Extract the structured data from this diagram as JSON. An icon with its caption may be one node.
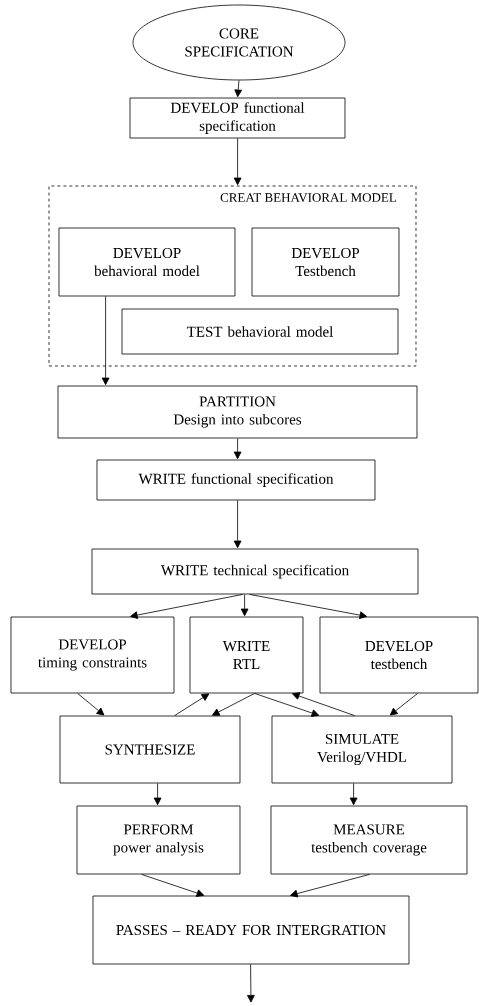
{
  "diagram": {
    "nodes": [
      {
        "text": [
          "CORE SPECIFICATION"
        ]
      },
      {
        "text": [
          "DEVELOP functional specification"
        ]
      },
      {
        "text": [
          "CREAT BEHAVIORAL MODEL"
        ]
      },
      {
        "text": [
          "DEVELOP",
          "behavioral model"
        ],
        "in": 2
      },
      {
        "text": [
          "DEVELOP",
          "Testbench"
        ],
        "in": 2
      },
      {
        "text": [
          "TEST behavioral model"
        ],
        "in": 2
      },
      {
        "text": [
          "PARTITION",
          "Design into subcores"
        ]
      },
      {
        "text": [
          "WRITE functional specification"
        ]
      },
      {
        "text": [
          "WRITE technical specification"
        ]
      },
      {
        "text": [
          "DEVELOP",
          "timing constraints"
        ]
      },
      {
        "text": [
          "WRITE",
          "RTL"
        ]
      },
      {
        "text": [
          "DEVELOP",
          "testbench"
        ]
      },
      {
        "text": [
          "SYNTHESIZE"
        ]
      },
      {
        "text": [
          "SIMULATE",
          "Verilog/VHDL"
        ]
      },
      {
        "text": [
          "PERFORM",
          "power analysis"
        ]
      },
      {
        "text": [
          "MEASURE",
          "testbench coverage"
        ]
      },
      {
        "text": [
          "PASSES – READY FOR INTERGRATION"
        ]
      }
    ],
    "edges": [
      {
        "from": 0,
        "to": 1,
        "arrow": "to"
      },
      {
        "from": 1,
        "to": 2,
        "arrow": "to"
      },
      {
        "from": 3,
        "to": 6,
        "arrow": "to"
      },
      {
        "from": 6,
        "to": 7,
        "arrow": "to"
      },
      {
        "from": 7,
        "to": 8,
        "arrow": "to"
      },
      {
        "from": 8,
        "to": 9,
        "arrow": "to"
      },
      {
        "from": 8,
        "to": 10,
        "arrow": "to"
      },
      {
        "from": 8,
        "to": 11,
        "arrow": "to"
      },
      {
        "from": 9,
        "to": 12,
        "arrow": "to"
      },
      {
        "from": 12,
        "to": 10,
        "arrow": "to"
      },
      {
        "from": 10,
        "to": 12,
        "arrow": "to"
      },
      {
        "from": 10,
        "to": 13,
        "arrow": "to"
      },
      {
        "from": 13,
        "to": 10,
        "arrow": "to"
      },
      {
        "from": 11,
        "to": 13,
        "arrow": "to"
      },
      {
        "from": 12,
        "to": 14,
        "arrow": "to"
      },
      {
        "from": 13,
        "to": 15,
        "arrow": "to"
      },
      {
        "from": 14,
        "to": 16,
        "arrow": "to"
      },
      {
        "from": 15,
        "to": 16,
        "arrow": "to"
      },
      {
        "from": 16,
        "to": null,
        "arrow": "to"
      }
    ]
  }
}
